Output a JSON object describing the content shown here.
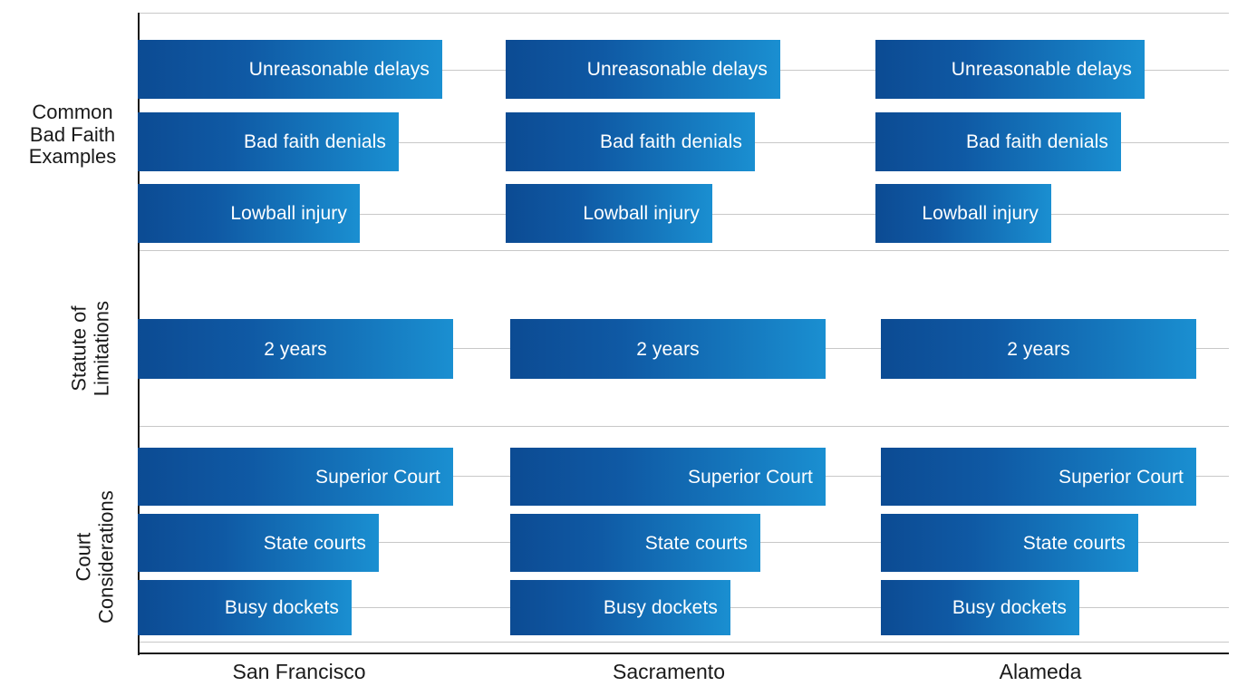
{
  "chart_data": {
    "type": "bar",
    "orientation": "horizontal",
    "title": "",
    "subtitle": "",
    "xlabel": "",
    "ylabel": "",
    "grid": true,
    "legend": false,
    "legend_position": "none",
    "categories": [
      "San Francisco",
      "Sacramento",
      "Alameda"
    ],
    "row_groups": [
      {
        "name": "Common Bad Faith Examples",
        "label_lines": "Common\nBad Faith\nExamples",
        "rotated": false,
        "rows": [
          {
            "name": "Unreasonable delays",
            "values": [
              336,
              303,
              297
            ],
            "bar_labels": [
              "Unreasonable delays",
              "Unreasonable delays",
              "Unreasonable delays"
            ]
          },
          {
            "name": "Bad faith denials",
            "values": [
              288,
              275,
              271
            ],
            "bar_labels": [
              "Bad faith denials",
              "Bad faith denials",
              "Bad faith denials"
            ]
          },
          {
            "name": "Lowball injury",
            "values": [
              245,
              228,
              194
            ],
            "bar_labels": [
              "Lowball injury",
              "Lowball injury",
              "Lowball injury"
            ]
          }
        ]
      },
      {
        "name": "Statute of Limitations",
        "label_lines": "Statute of\nLimitations",
        "rotated": true,
        "rows": [
          {
            "name": "2 years",
            "values": [
              348,
              352,
              355
            ],
            "bar_labels": [
              "2 years",
              "2 years",
              "2 years"
            ]
          }
        ]
      },
      {
        "name": "Court Considerations",
        "label_lines": "Court\nConsiderations",
        "rotated": true,
        "rows": [
          {
            "name": "Superior Court",
            "values": [
              348,
              352,
              355
            ],
            "bar_labels": [
              "Superior Court",
              "Superior Court",
              "Superior Court"
            ]
          },
          {
            "name": "State courts",
            "values": [
              266,
              276,
              290
            ],
            "bar_labels": [
              "State courts",
              "State courts",
              "State courts"
            ]
          },
          {
            "name": "Busy dockets",
            "values": [
              236,
              243,
              219
            ],
            "bar_labels": [
              "Busy dockets",
              "Busy dockets",
              "Busy dockets"
            ]
          }
        ]
      }
    ],
    "colors": {
      "bar_gradient_start": "#0c4b93",
      "bar_gradient_end": "#1a8fd1",
      "gridline": "#c8c8c8",
      "axis": "#1a1a1a",
      "bar_label_text": "#ffffff",
      "axis_label_text": "#1a1a1a",
      "background": "#ffffff"
    }
  },
  "axis": {
    "x_tick_labels": [
      "San Francisco",
      "Sacramento",
      "Alameda"
    ],
    "y_group_labels": [
      "Common\nBad Faith\nExamples",
      "Statute of\nLimitations",
      "Court\nConsiderations"
    ]
  },
  "bars": {
    "g1": {
      "sf": [
        {
          "label": "Unreasonable delays"
        },
        {
          "label": "Bad faith denials"
        },
        {
          "label": "Lowball injury"
        }
      ],
      "sac": [
        {
          "label": "Unreasonable delays"
        },
        {
          "label": "Bad faith denials"
        },
        {
          "label": "Lowball injury"
        }
      ],
      "ala": [
        {
          "label": "Unreasonable delays"
        },
        {
          "label": "Bad faith denials"
        },
        {
          "label": "Lowball injury"
        }
      ]
    },
    "g2": {
      "sf": [
        {
          "label": "2 years"
        }
      ],
      "sac": [
        {
          "label": "2 years"
        }
      ],
      "ala": [
        {
          "label": "2 years"
        }
      ]
    },
    "g3": {
      "sf": [
        {
          "label": "Superior Court"
        },
        {
          "label": "State courts"
        },
        {
          "label": "Busy dockets"
        }
      ],
      "sac": [
        {
          "label": "Superior Court"
        },
        {
          "label": "State courts"
        },
        {
          "label": "Busy dockets"
        }
      ],
      "ala": [
        {
          "label": "Superior Court"
        },
        {
          "label": "State courts"
        },
        {
          "label": "Busy dockets"
        }
      ]
    }
  }
}
